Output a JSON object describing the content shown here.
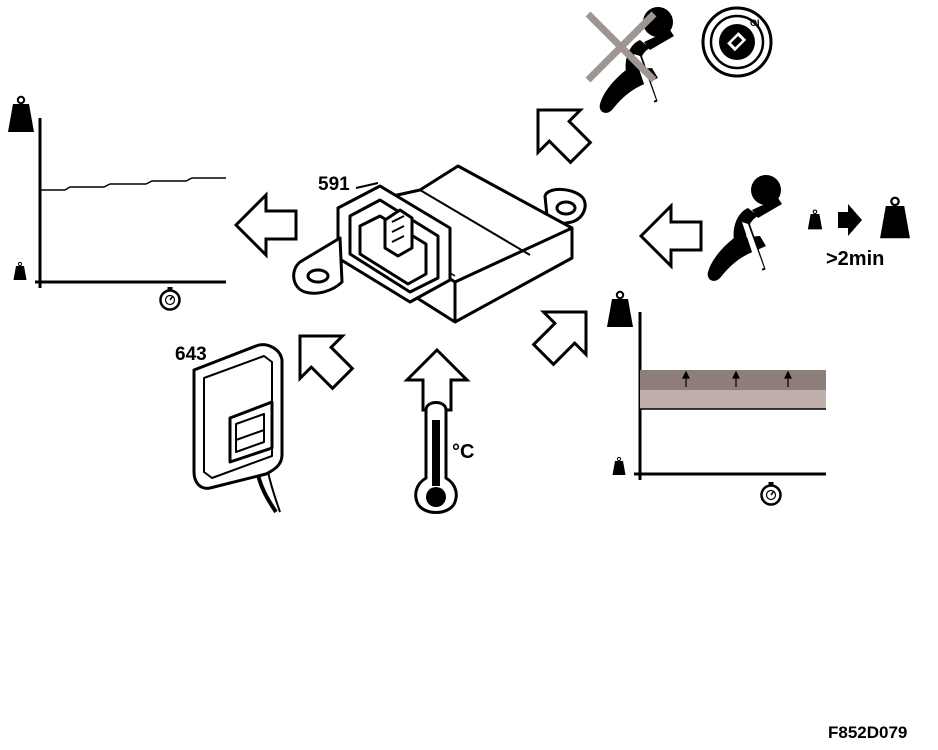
{
  "labels": {
    "ecu": "591",
    "sensor": "643",
    "temp_unit": "°C",
    "duration": ">2min",
    "ref": "F852D079",
    "oi": "OI"
  },
  "colors": {
    "ink": "#000000",
    "band_dark": "#8e7e78",
    "band_light": "#c0b0ab",
    "cross": "#a09590",
    "fill": "#ffffff"
  },
  "icons": [
    "weight-icon",
    "clock-icon",
    "thermometer-icon",
    "seated-passenger-icon",
    "passenger-airbag-switch-icon",
    "arrow-icon"
  ]
}
